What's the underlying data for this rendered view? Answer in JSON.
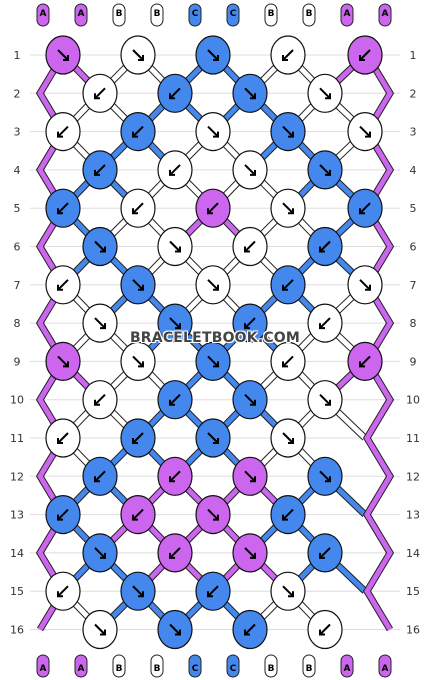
{
  "watermark": "BRACELETBOOK.COM",
  "colors": {
    "A": "#cc66ee",
    "B": "#ffffff",
    "C": "#4488ee"
  },
  "top_labels": [
    "A",
    "A",
    "B",
    "B",
    "C",
    "C",
    "B",
    "B",
    "A",
    "A"
  ],
  "bottom_labels": [
    "A",
    "A",
    "B",
    "B",
    "C",
    "C",
    "B",
    "B",
    "A",
    "A"
  ],
  "row_labels": [
    "1",
    "2",
    "3",
    "4",
    "5",
    "6",
    "7",
    "8",
    "9",
    "10",
    "11",
    "12",
    "13",
    "14",
    "15",
    "16"
  ],
  "knots": [
    [
      [
        "A",
        "f"
      ],
      [
        "B",
        "f"
      ],
      [
        "C",
        "f"
      ],
      [
        "B",
        "b"
      ],
      [
        "A",
        "b"
      ]
    ],
    [
      [
        "B",
        "b"
      ],
      [
        "C",
        "b"
      ],
      [
        "C",
        "f"
      ],
      [
        "B",
        "f"
      ]
    ],
    [
      [
        "B",
        "b"
      ],
      [
        "C",
        "b"
      ],
      [
        "B",
        "f"
      ],
      [
        "C",
        "f"
      ],
      [
        "B",
        "f"
      ]
    ],
    [
      [
        "C",
        "b"
      ],
      [
        "B",
        "b"
      ],
      [
        "B",
        "f"
      ],
      [
        "C",
        "f"
      ]
    ],
    [
      [
        "C",
        "b"
      ],
      [
        "B",
        "b"
      ],
      [
        "A",
        "b"
      ],
      [
        "B",
        "f"
      ],
      [
        "C",
        "b"
      ]
    ],
    [
      [
        "C",
        "f"
      ],
      [
        "B",
        "f"
      ],
      [
        "B",
        "b"
      ],
      [
        "C",
        "b"
      ]
    ],
    [
      [
        "B",
        "b"
      ],
      [
        "C",
        "f"
      ],
      [
        "B",
        "f"
      ],
      [
        "C",
        "b"
      ],
      [
        "B",
        "f"
      ]
    ],
    [
      [
        "B",
        "f"
      ],
      [
        "C",
        "f"
      ],
      [
        "C",
        "b"
      ],
      [
        "B",
        "b"
      ]
    ],
    [
      [
        "A",
        "f"
      ],
      [
        "B",
        "f"
      ],
      [
        "C",
        "f"
      ],
      [
        "B",
        "b"
      ],
      [
        "A",
        "b"
      ]
    ],
    [
      [
        "B",
        "b"
      ],
      [
        "C",
        "b"
      ],
      [
        "C",
        "f"
      ],
      [
        "B",
        "f"
      ]
    ],
    [
      [
        "B",
        "b"
      ],
      [
        "C",
        "b"
      ],
      [
        "C",
        "f"
      ],
      [
        "B",
        "f"
      ]
    ],
    [
      [
        "C",
        "b"
      ],
      [
        "A",
        "b"
      ],
      [
        "A",
        "f"
      ],
      [
        "C",
        "f"
      ]
    ],
    [
      [
        "C",
        "b"
      ],
      [
        "A",
        "b"
      ],
      [
        "A",
        "f"
      ],
      [
        "C",
        "b"
      ]
    ],
    [
      [
        "C",
        "f"
      ],
      [
        "A",
        "b"
      ],
      [
        "A",
        "f"
      ],
      [
        "C",
        "b"
      ]
    ],
    [
      [
        "B",
        "b"
      ],
      [
        "C",
        "f"
      ],
      [
        "C",
        "b"
      ],
      [
        "B",
        "f"
      ]
    ],
    [
      [
        "B",
        "f"
      ],
      [
        "C",
        "f"
      ],
      [
        "C",
        "b"
      ],
      [
        "B",
        "b"
      ]
    ]
  ]
}
